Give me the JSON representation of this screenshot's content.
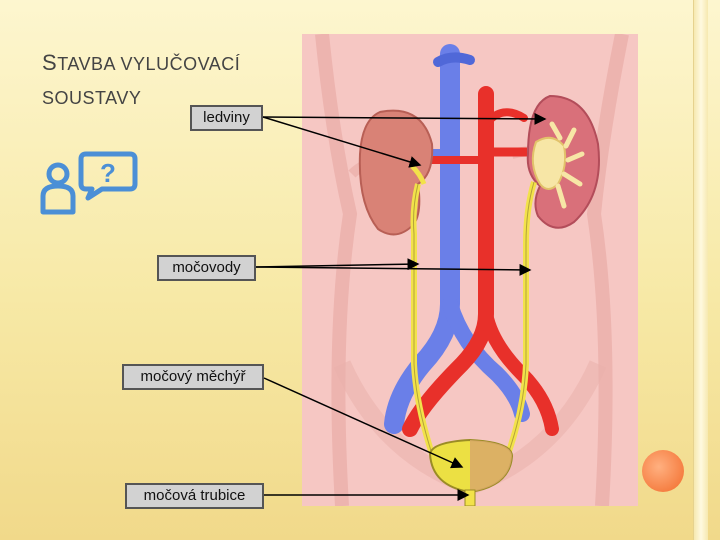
{
  "slide": {
    "title_first_letter": "S",
    "title_rest_line1": "TAVBA VYLUČOVACÍ",
    "title_line2": "SOUSTAVY"
  },
  "labels": {
    "ledviny": "ledviny",
    "mocovody": "močovody",
    "mocovy_mechyr": "močový měchýř",
    "mocova_trubice": "močová trubice"
  },
  "help_icon": "question-speech-bubble-icon",
  "colors": {
    "artery": "#e8302a",
    "vein": "#6a7fe8",
    "kidney": "#d98276",
    "urine": "#f2e24a",
    "accent": "#f26b2a",
    "icon_blue": "#4b8fd6"
  }
}
